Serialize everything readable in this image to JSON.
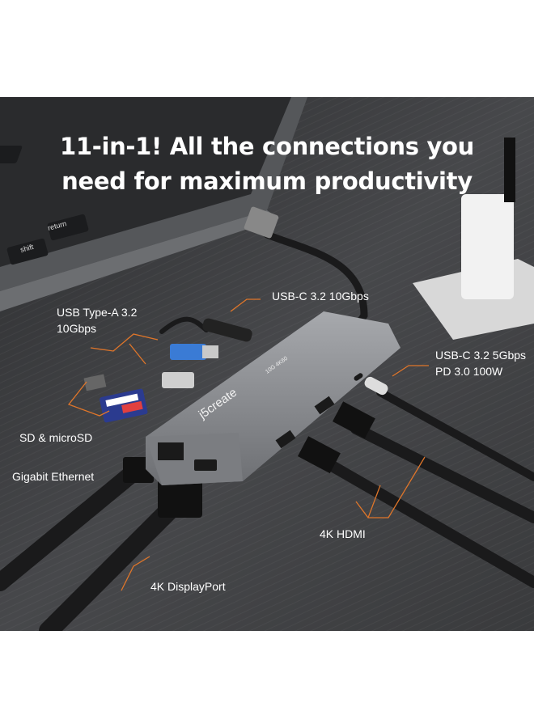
{
  "headline": {
    "line1": "11-in-1! All the connections you",
    "line2": "need for maximum productivity"
  },
  "hub": {
    "brand": "j5create",
    "model_mark": "10G 4K60"
  },
  "callouts": {
    "usb_c_10g": "USB-C 3.2 10Gbps",
    "usb_a_line1": "USB Type-A 3.2",
    "usb_a_line2": "10Gbps",
    "usb_c_5g_line1": "USB-C 3.2 5Gbps",
    "usb_c_5g_line2": "PD 3.0 100W",
    "sd": "SD & microSD",
    "ethernet": "Gigabit Ethernet",
    "hdmi": "4K HDMI",
    "displayport": "4K DisplayPort"
  },
  "laptop_keys": {
    "return": "return",
    "shift": "shift"
  },
  "colors": {
    "callout_line": "#e0762a",
    "background": "#3a3b3d",
    "hub": "#8a8c90"
  }
}
